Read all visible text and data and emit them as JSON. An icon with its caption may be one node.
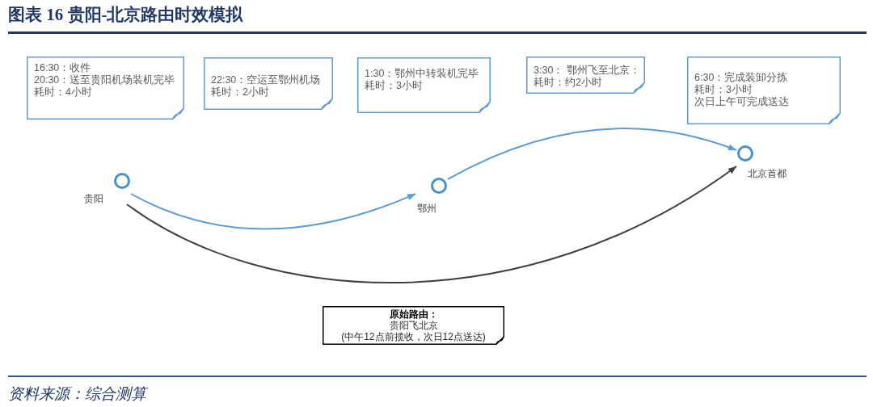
{
  "diagram": {
    "title": "图表 16 贵阳-北京路由时效模拟",
    "caption": "资料来源：综合测算",
    "nodes": [
      {
        "text": [
          "16:30：收件",
          "20:30：送至贵阳机场装机完毕",
          "耗时：4小时"
        ]
      },
      {
        "text": [
          "22:30：空运至鄂州机场",
          "耗时：2小时"
        ]
      },
      {
        "text": [
          "1:30：鄂州中转装机完毕",
          "耗时：3小时"
        ]
      },
      {
        "text": [
          "3:30： 鄂州飞至北京：",
          "耗时：约2小时"
        ]
      },
      {
        "text": [
          "6:30：完成装卸分拣",
          "耗时：3小时",
          "次日上午可完成送达"
        ]
      },
      {
        "text": [
          "贵阳"
        ]
      },
      {
        "text": [
          "鄂州"
        ]
      },
      {
        "text": [
          "北京首都"
        ]
      },
      {
        "text": [
          "原始路由：",
          "贵阳飞北京",
          "(中午12点前揽收，次日12点送达)"
        ]
      }
    ],
    "edges": [
      {
        "from": 5,
        "to": 6,
        "arrow": "to"
      },
      {
        "from": 6,
        "to": 7,
        "arrow": "to"
      },
      {
        "from": 5,
        "to": 7,
        "arrow": "to",
        "color": "#404040"
      }
    ]
  }
}
